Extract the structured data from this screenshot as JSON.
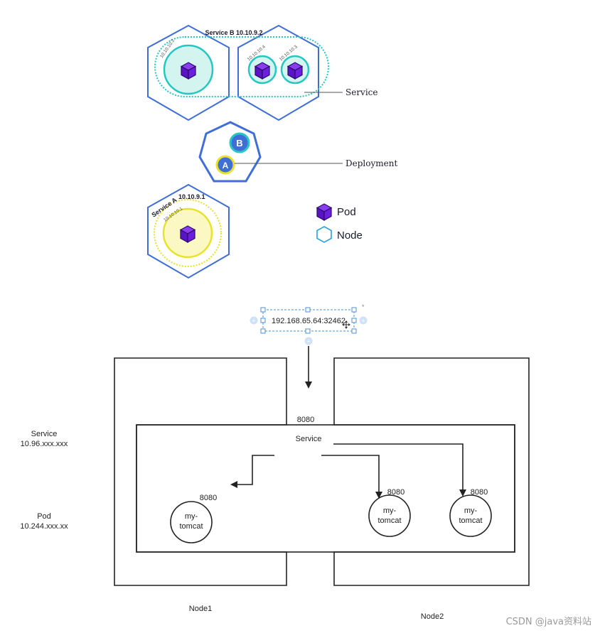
{
  "top_diagram": {
    "service_b_label": "Service B 10.10.9.2",
    "service_a_label": "Service A",
    "service_a_ip": "10.10.9.1",
    "pod_ips": [
      "10.10.10.2",
      "10.10.10.4",
      "10.10.10.3",
      "10.10.10.1"
    ],
    "deployment_badges": [
      "B",
      "A"
    ],
    "callouts": {
      "service": "Service",
      "deployment": "Deployment"
    },
    "legend": {
      "pod": "Pod",
      "node": "Node"
    }
  },
  "bottom_diagram": {
    "endpoint": "192.168.65.64:32462",
    "service_port": "8080",
    "service_name": "Service",
    "left_labels": {
      "service": "Service",
      "service_cidr": "10.96.xxx.xxx",
      "pod": "Pod",
      "pod_cidr": "10.244.xxx.xx"
    },
    "pods": [
      {
        "port": "8080",
        "name_line1": "my-",
        "name_line2": "tomcat"
      },
      {
        "port": "8080",
        "name_line1": "my-",
        "name_line2": "tomcat"
      },
      {
        "port": "8080",
        "name_line1": "my-",
        "name_line2": "tomcat"
      }
    ],
    "nodes": [
      "Node1",
      "Node2"
    ]
  },
  "watermark": "CSDN @java资料站",
  "colors": {
    "node_blue": "#3f6fd6",
    "pod_purple": "#6a1bd8",
    "teal": "#26c7c2",
    "yellow": "#e8e22c",
    "line": "#222222"
  }
}
